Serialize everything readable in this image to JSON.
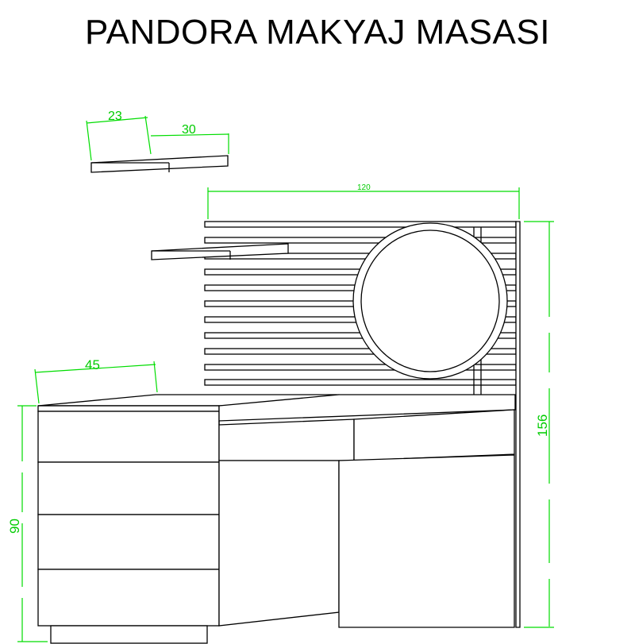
{
  "title": "PANDORA MAKYAJ MASASI",
  "colors": {
    "lines": "#000000",
    "dimensions": "#00cc00",
    "background": "#ffffff"
  },
  "dimensions": {
    "shelf_depth": "23",
    "shelf_width": "30",
    "total_width": "120",
    "cabinet_depth": "45",
    "table_height": "90",
    "total_height": "156"
  }
}
